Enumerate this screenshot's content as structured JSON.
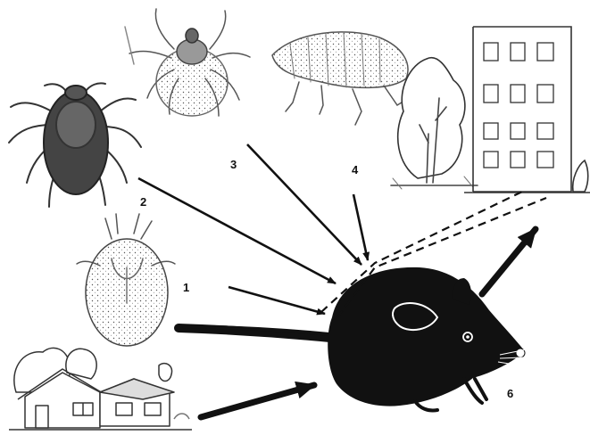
{
  "labels": {
    "n1": "1",
    "n2": "2",
    "n3": "3",
    "n4": "4",
    "n6": "6"
  },
  "colors": {
    "ink": "#111111",
    "line": "#333333",
    "paper": "#ffffff"
  },
  "icons": [
    "soft-tick-icon",
    "dark-tick-icon",
    "hard-tick-icon",
    "flea-icon",
    "tree-icon",
    "apartment-building-icon",
    "rural-houses-icon",
    "rodent-icon"
  ]
}
